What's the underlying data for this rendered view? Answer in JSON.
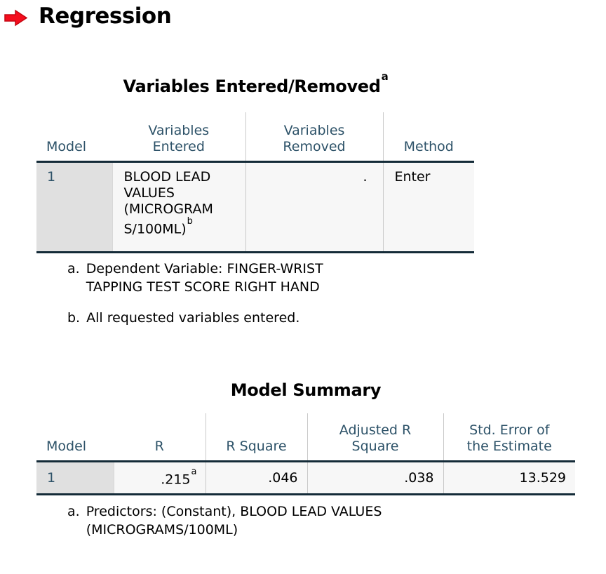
{
  "header": {
    "title": "Regression"
  },
  "icons": {
    "output_marker": "red-right-arrow-icon"
  },
  "t1": {
    "title": "Variables Entered/Removed",
    "title_sup": "a",
    "columns": [
      "Model",
      "Variables Entered",
      "Variables Removed",
      "Method"
    ],
    "row": {
      "model": "1",
      "variables_entered": "BLOOD LEAD VALUES (MICROGRAMS/100ML)",
      "variables_entered_sup": "b",
      "variables_removed": ".",
      "method": "Enter"
    },
    "footnotes": [
      {
        "marker": "a.",
        "text": "Dependent Variable: FINGER-WRIST TAPPING TEST SCORE RIGHT HAND"
      },
      {
        "marker": "b.",
        "text": "All requested variables entered."
      }
    ]
  },
  "t2": {
    "title": "Model Summary",
    "columns": [
      "Model",
      "R",
      "R Square",
      "Adjusted R Square",
      "Std. Error of the Estimate"
    ],
    "row": {
      "model": "1",
      "r": ".215",
      "r_sup": "a",
      "r_square": ".046",
      "adjusted_r_square": ".038",
      "std_error_estimate": "13.529"
    },
    "footnotes": [
      {
        "marker": "a.",
        "text": "Predictors: (Constant), BLOOD LEAD VALUES (MICROGRAMS/100ML)"
      }
    ]
  },
  "colors": {
    "accent_red": "#ee1414",
    "header_text_teal": "#2d5268",
    "table_border_dark": "#142b38",
    "model_cell_gray": "#e0e0e0",
    "row_background": "#f7f7f7",
    "divider_gray": "#c9c9c9"
  }
}
